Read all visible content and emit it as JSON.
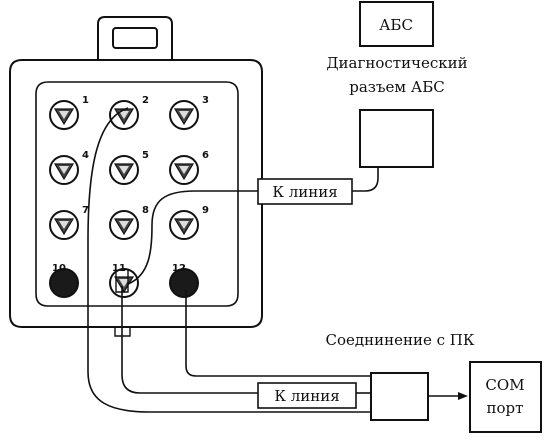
{
  "abs_block": {
    "label": "АБС"
  },
  "diag_connector": {
    "caption_line1": "Диагностический",
    "caption_line2": "разъем АБС"
  },
  "k_line_upper": {
    "label": "К линия"
  },
  "k_line_lower": {
    "label": "К линия"
  },
  "pc_connection": {
    "caption": "Соеднинение с ПК"
  },
  "com_port": {
    "line1": "COM",
    "line2": "порт"
  },
  "pins": [
    {
      "num": "1",
      "style": "open"
    },
    {
      "num": "2",
      "style": "open"
    },
    {
      "num": "3",
      "style": "open"
    },
    {
      "num": "4",
      "style": "open"
    },
    {
      "num": "5",
      "style": "open"
    },
    {
      "num": "6",
      "style": "open"
    },
    {
      "num": "7",
      "style": "open"
    },
    {
      "num": "8",
      "style": "open"
    },
    {
      "num": "9",
      "style": "open"
    },
    {
      "num": "10",
      "style": "filled"
    },
    {
      "num": "11",
      "style": "open"
    },
    {
      "num": "12",
      "style": "filled"
    }
  ],
  "colors": {
    "ink": "#111111",
    "paper": "#ffffff",
    "dark_pin": "#1a1a1a"
  }
}
